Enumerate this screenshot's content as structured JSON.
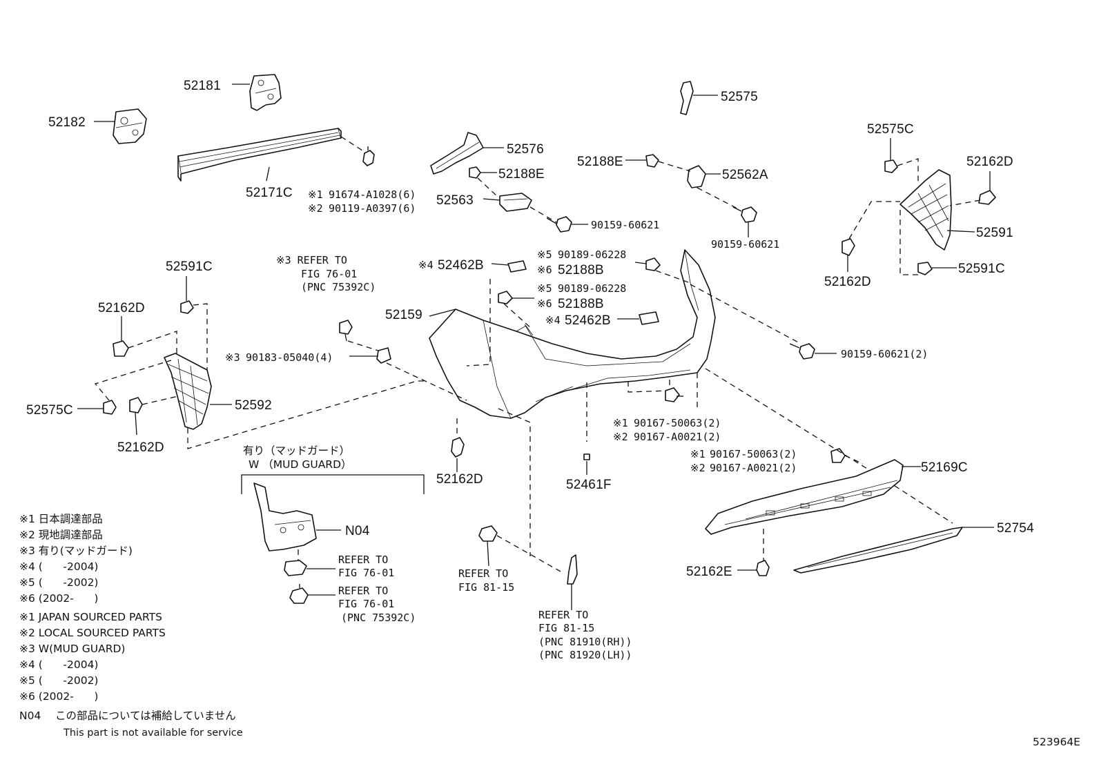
{
  "diagram_code": "523964E",
  "callouts": [
    {
      "id": "c1",
      "text": "52181"
    },
    {
      "id": "c2",
      "text": "52182"
    },
    {
      "id": "c3",
      "text": "52171C"
    },
    {
      "id": "c4",
      "text": "91674-A1028(6)",
      "mark": "※1"
    },
    {
      "id": "c5",
      "text": "90119-A0397(6)",
      "mark": "※2"
    },
    {
      "id": "c6",
      "text": "52575"
    },
    {
      "id": "c7",
      "text": "52576"
    },
    {
      "id": "c8",
      "text": "52188E"
    },
    {
      "id": "c9",
      "text": "52563"
    },
    {
      "id": "c10",
      "text": "90159-60621"
    },
    {
      "id": "c11",
      "text": "52188E"
    },
    {
      "id": "c12",
      "text": "52562A"
    },
    {
      "id": "c13",
      "text": "90159-60621"
    },
    {
      "id": "c14",
      "text": "52575C"
    },
    {
      "id": "c15",
      "text": "52162D"
    },
    {
      "id": "c16",
      "text": "52591"
    },
    {
      "id": "c17",
      "text": "52162D"
    },
    {
      "id": "c18",
      "text": "52591C"
    },
    {
      "id": "c19",
      "text": "52591C"
    },
    {
      "id": "c20",
      "text": "52162D"
    },
    {
      "id": "c21",
      "text": "52592"
    },
    {
      "id": "c22",
      "text": "52575C"
    },
    {
      "id": "c23",
      "text": "52162D"
    },
    {
      "id": "c24",
      "text": "52462B",
      "mark": "※4"
    },
    {
      "id": "c25",
      "text": "90189-06228",
      "mark": "※5"
    },
    {
      "id": "c26",
      "text": "52188B",
      "mark": "※6"
    },
    {
      "id": "c27",
      "text": "90189-06228",
      "mark": "※5"
    },
    {
      "id": "c28",
      "text": "52188B",
      "mark": "※6"
    },
    {
      "id": "c29",
      "text": "52462B",
      "mark": "※4"
    },
    {
      "id": "c30",
      "text": "52159"
    },
    {
      "id": "c31",
      "text": "90183-05040(4)",
      "mark": "※3"
    },
    {
      "id": "c32",
      "text": "90159-60621(2)"
    },
    {
      "id": "c33",
      "text": "90167-50063(2)",
      "mark": "※1"
    },
    {
      "id": "c34",
      "text": "90167-A0021(2)",
      "mark": "※2"
    },
    {
      "id": "c35",
      "text": "52162D"
    },
    {
      "id": "c36",
      "text": "52461F"
    },
    {
      "id": "c37",
      "text": "90167-50063(2)",
      "mark": "※1"
    },
    {
      "id": "c38",
      "text": "90167-A0021(2)",
      "mark": "※2"
    },
    {
      "id": "c39",
      "text": "52169C"
    },
    {
      "id": "c40",
      "text": "52754"
    },
    {
      "id": "c41",
      "text": "52162E"
    },
    {
      "id": "c42",
      "text": "N04"
    }
  ],
  "refs": [
    {
      "id": "r1",
      "lines": [
        "※3 REFER TO",
        "FIG 76-01",
        "(PNC 75392C)"
      ]
    },
    {
      "id": "r2",
      "lines": [
        "REFER TO",
        "FIG 76-01"
      ]
    },
    {
      "id": "r3",
      "lines": [
        "REFER TO",
        "FIG 76-01",
        "(PNC 75392C)"
      ]
    },
    {
      "id": "r4",
      "lines": [
        "REFER TO",
        "FIG 81-15"
      ]
    },
    {
      "id": "r5",
      "lines": [
        "REFER TO",
        "FIG 81-15",
        "(PNC 81910(RH))",
        "(PNC 81920(LH))"
      ]
    }
  ],
  "mudguard_group": {
    "line1": "有り（マッドガード）",
    "line2": "W （MUD GUARD）"
  },
  "legend_jp": [
    "※1 日本調達部品",
    "※2 現地調達部品",
    "※3 有り(マッドガード)",
    "※4 (      -2004)",
    "※5 (      -2002)",
    "※6 (2002-      )"
  ],
  "legend_en": [
    "※1 JAPAN SOURCED PARTS",
    "※2 LOCAL SOURCED PARTS",
    "※3 W(MUD GUARD)",
    "※4 (      -2004)",
    "※5 (      -2002)",
    "※6 (2002-      )"
  ],
  "n04_note": {
    "code": "N04",
    "jp": "この部品については補給していません",
    "en": "This part is not available for service"
  },
  "icons": [
    "bolt-icon",
    "clip-icon",
    "bracket-icon",
    "retainer-icon",
    "nut-icon"
  ]
}
